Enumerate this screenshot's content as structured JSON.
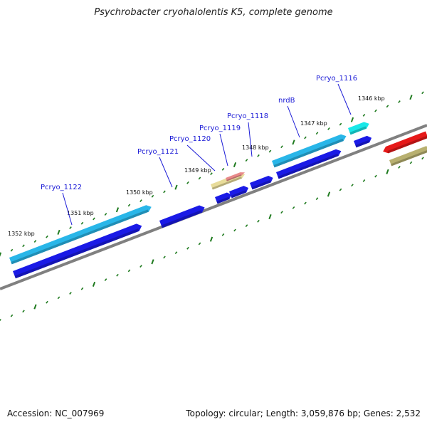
{
  "title": "Psychrobacter cryohalolentis K5, complete genome",
  "footer": {
    "accession": "Accession: NC_007969",
    "summary": "Topology: circular; Length: 3,059,876 bp; Genes: 2,532"
  },
  "colors": {
    "backbone": "#808080",
    "tick": "#1e7a1e",
    "gene_light_blue": "#29b6e8",
    "gene_blue": "#1a1ae6",
    "gene_cyan": "#19e8e8",
    "gene_tan": "#e8dc9a",
    "gene_pink": "#e88a8a",
    "gene_red": "#e61919",
    "gene_olive": "#b8b070",
    "label_blue": "#1a1ad6"
  },
  "kbp_labels": [
    "1352 kbp",
    "1351 kbp",
    "1350 kbp",
    "1349 kbp",
    "1348 kbp",
    "1347 kbp",
    "1346 kbp"
  ],
  "gene_labels": [
    "Pcryo_1122",
    "Pcryo_1121",
    "Pcryo_1120",
    "Pcryo_1119",
    "Pcryo_1118",
    "nrdB",
    "Pcryo_1116"
  ]
}
